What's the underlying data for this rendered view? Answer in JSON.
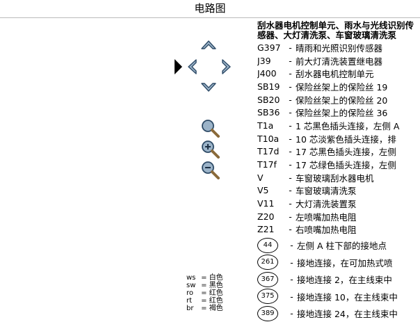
{
  "header": {
    "title": "电路图"
  },
  "legend": {
    "title": "刮水器电机控制单元、雨水与光线识别传感器、大灯清洗泵、车窗玻璃清洗泵",
    "items": [
      {
        "code": "G397",
        "desc": "晴雨和光照识别传感器"
      },
      {
        "code": "J39",
        "desc": "前大灯清洗装置继电器"
      },
      {
        "code": "J400",
        "desc": "刮水器电机控制单元"
      },
      {
        "code": "SB19",
        "desc": "保险丝架上的保险丝 19"
      },
      {
        "code": "SB20",
        "desc": "保险丝架上的保险丝 20"
      },
      {
        "code": "SB36",
        "desc": "保险丝架上的保险丝 36"
      },
      {
        "code": "T1a",
        "desc": "1 芯黑色插头连接，左侧 A"
      },
      {
        "code": "T10a",
        "desc": "10 芯淡紫色插头连接，排"
      },
      {
        "code": "T17d",
        "desc": "17 芯黑色插头连接，左侧"
      },
      {
        "code": "T17f",
        "desc": "17 芯绿色插头连接，左侧"
      },
      {
        "code": "V",
        "desc": "车窗玻璃刮水器电机"
      },
      {
        "code": "V5",
        "desc": "车窗玻璃清洗泵"
      },
      {
        "code": "V11",
        "desc": "大灯清洗装置泵"
      },
      {
        "code": "Z20",
        "desc": "左喷嘴加热电阻"
      },
      {
        "code": "Z21",
        "desc": "右喷嘴加热电阻"
      }
    ],
    "ground_points": [
      {
        "num": "44",
        "desc": "左侧 A 柱下部的接地点"
      },
      {
        "num": "261",
        "desc": "接地连接，在可加热式喷"
      },
      {
        "num": "367",
        "desc": "接地连接 2，在主线束中"
      },
      {
        "num": "375",
        "desc": "接地连接 10，在主线束中"
      },
      {
        "num": "389",
        "desc": "接地连接 24，在主线束中"
      }
    ]
  },
  "color_key": [
    {
      "code": "ws",
      "name": "白色"
    },
    {
      "code": "sw",
      "name": "黑色"
    },
    {
      "code": "ro",
      "name": "红色"
    },
    {
      "code": "rt",
      "name": "红色"
    },
    {
      "code": "br",
      "name": "褐色"
    }
  ],
  "colors": {
    "nav_stroke": "#2d4a66",
    "nav_fill": "#9bb3c8",
    "zoom_handle": "#8a6a3a"
  }
}
